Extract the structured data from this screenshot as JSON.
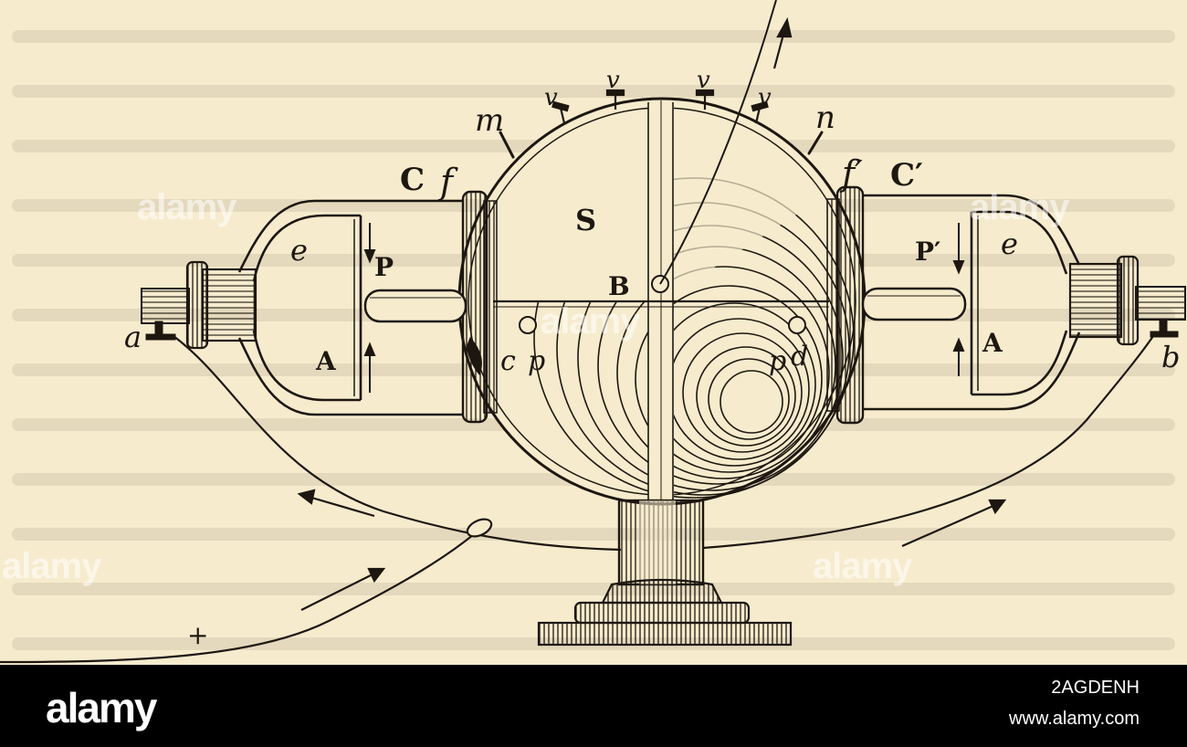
{
  "figure": {
    "labels": {
      "C": "C",
      "C_prime": "C′",
      "f": "f",
      "f_prime": "f′",
      "m": "m",
      "n": "n",
      "v1": "v",
      "v2": "v",
      "v3": "v",
      "v4": "v",
      "S": "S",
      "B": "B",
      "e_left": "e",
      "e_right": "e",
      "P": "P",
      "P_prime": "P′",
      "A_left": "A",
      "A_right": "A",
      "a": "a",
      "b": "b",
      "c": "c",
      "p_left": "p",
      "p_right": "p",
      "d": "d",
      "plus": "+"
    },
    "watermark": "alamy"
  },
  "footer": {
    "logo": "alamy",
    "image_id": "2AGDENH",
    "url": "www.alamy.com"
  },
  "colors": {
    "paper": "#f6ebcd",
    "ink": "#1d1710",
    "footer": "#000000"
  }
}
